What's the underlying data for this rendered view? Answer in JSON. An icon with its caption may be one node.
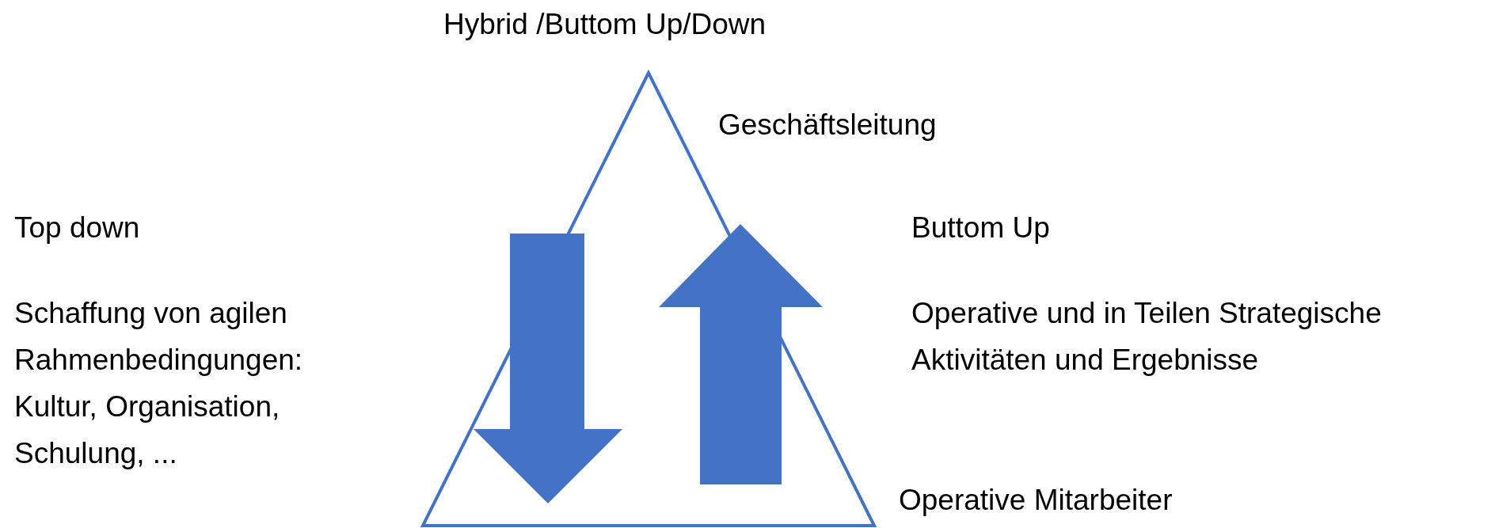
{
  "diagram": {
    "title": "Hybrid /Buttom Up/Down",
    "nodes": [
      {
        "text": [],
        "shape": "triangle"
      }
    ],
    "labels": [
      "Geschäftsleitung",
      "Top down",
      "Buttom Up",
      "Schaffung von agilen Rahmenbedingungen: Kultur, Organisation, Schulung, ...",
      "Operative und in Teilen Strategische Aktivitäten und Ergebnisse",
      "Operative Mitarbeiter"
    ]
  }
}
